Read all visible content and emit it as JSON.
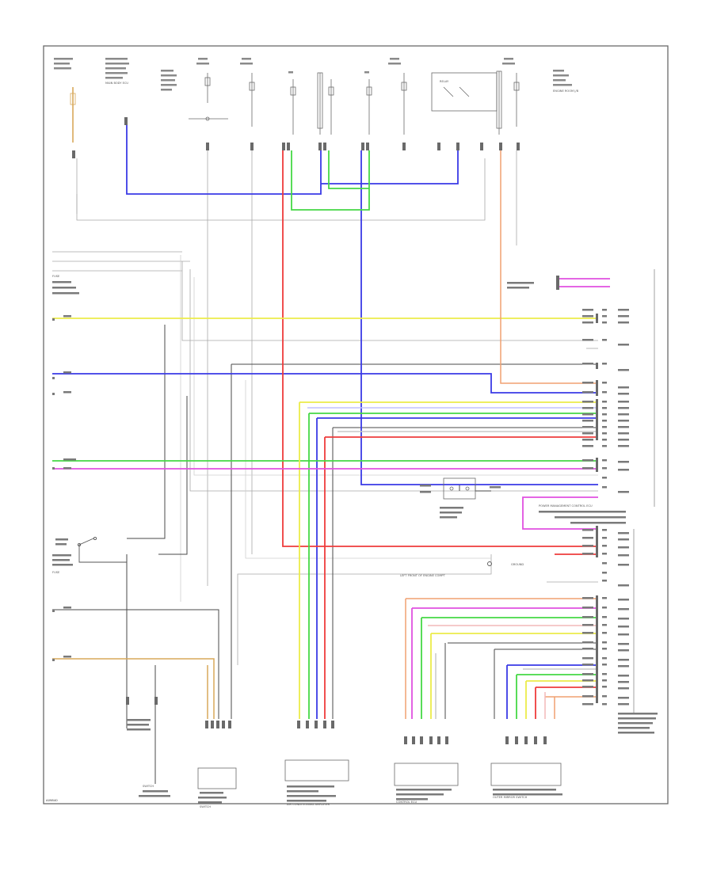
{
  "diagram": {
    "frame_code": "A09840",
    "components": {
      "left_a": "FUSE",
      "left_b": "FUSE",
      "block_1": "MAIN BODY ECU",
      "block_2": "RELAY",
      "engine_block": "ENGINE ROOM J/B",
      "right_ecu": "POWER MANAGEMENT CONTROL ECU",
      "bottom_1": "SWITCH",
      "bottom_2": "SWITCH",
      "bottom_3": "AIR CONDITIONING AMPLIFIER",
      "bottom_4": "CONTROL ECU",
      "bottom_5": "OUTER MIRROR SWITCH"
    },
    "notes": {
      "ground": "GROUND",
      "left_front": "LEFT FRONT OF ENGINE COMPT"
    },
    "colors": {
      "blue": "#3a3ae6",
      "red": "#ee3b3b",
      "green": "#45d845",
      "yellow": "#ecec4a",
      "orange": "#f0a070",
      "magenta": "#e050e0",
      "dark": "#4a4a4a",
      "grey": "#a8a8a8",
      "light_grey": "#cfcfcf",
      "tan": "#d8a85a"
    }
  }
}
